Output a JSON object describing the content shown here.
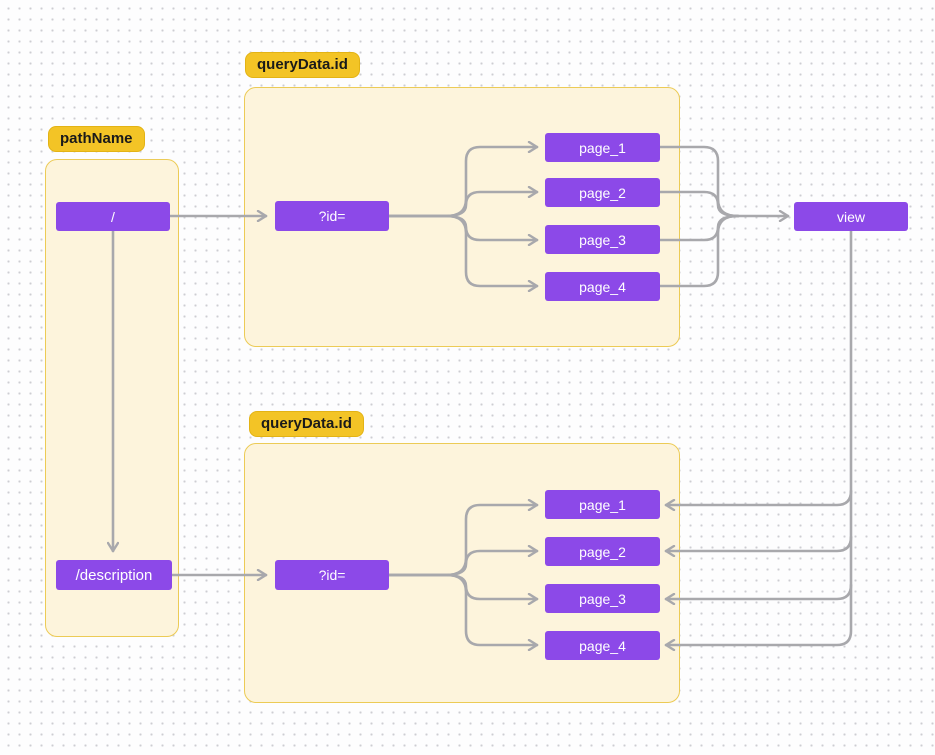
{
  "palette": {
    "node_fill": "#8c49e8",
    "node_text": "#ffffff",
    "badge_fill": "#f3c426",
    "badge_text": "#1a1a1a",
    "frame_fill": "#fdf4dc",
    "frame_border": "#eccb56",
    "connector": "#a8a8ac",
    "background_dot": "#cdcdd2"
  },
  "groups": {
    "path": {
      "label": "pathName",
      "nodes": {
        "root": "/",
        "description": "/description"
      }
    },
    "top": {
      "label": "queryData.id",
      "query": "?id=",
      "pages": [
        "page_1",
        "page_2",
        "page_3",
        "page_4"
      ]
    },
    "bottom": {
      "label": "queryData.id",
      "query": "?id=",
      "pages": [
        "page_1",
        "page_2",
        "page_3",
        "page_4"
      ]
    },
    "view": {
      "label": "view"
    }
  }
}
